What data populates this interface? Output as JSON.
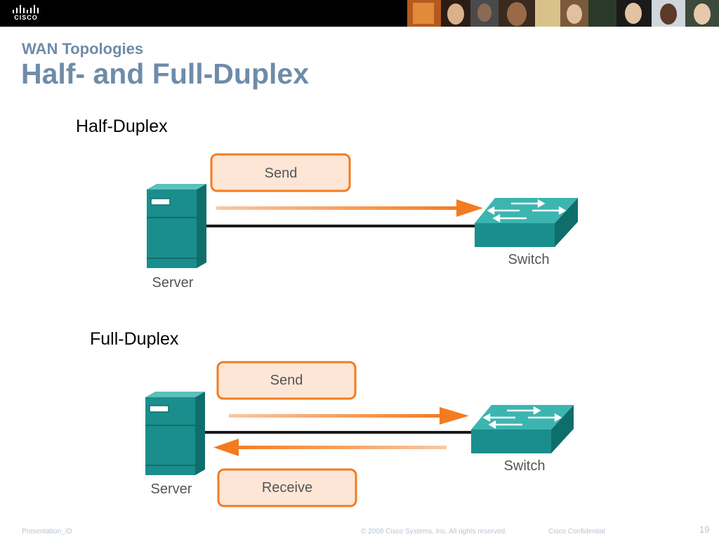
{
  "header": {
    "logo_text": "CISCO",
    "subtitle": "WAN Topologies",
    "title": "Half- and Full-Duplex"
  },
  "half_duplex": {
    "label": "Half-Duplex",
    "send_label": "Send",
    "server_label": "Server",
    "switch_label": "Switch"
  },
  "full_duplex": {
    "label": "Full-Duplex",
    "send_label": "Send",
    "receive_label": "Receive",
    "server_label": "Server",
    "switch_label": "Switch"
  },
  "footer": {
    "presentation_id": "Presentation_ID",
    "copyright": "© 2008 Cisco Systems, Inc. All rights reserved.",
    "confidential": "Cisco Confidential",
    "page_number": "19"
  },
  "colors": {
    "accent_orange": "#f47b20",
    "box_fill": "#fde6d6",
    "device_teal": "#1a8e8c",
    "title_blue": "#6e8ca9"
  },
  "icons": [
    "cisco-logo",
    "server-icon",
    "switch-icon"
  ]
}
